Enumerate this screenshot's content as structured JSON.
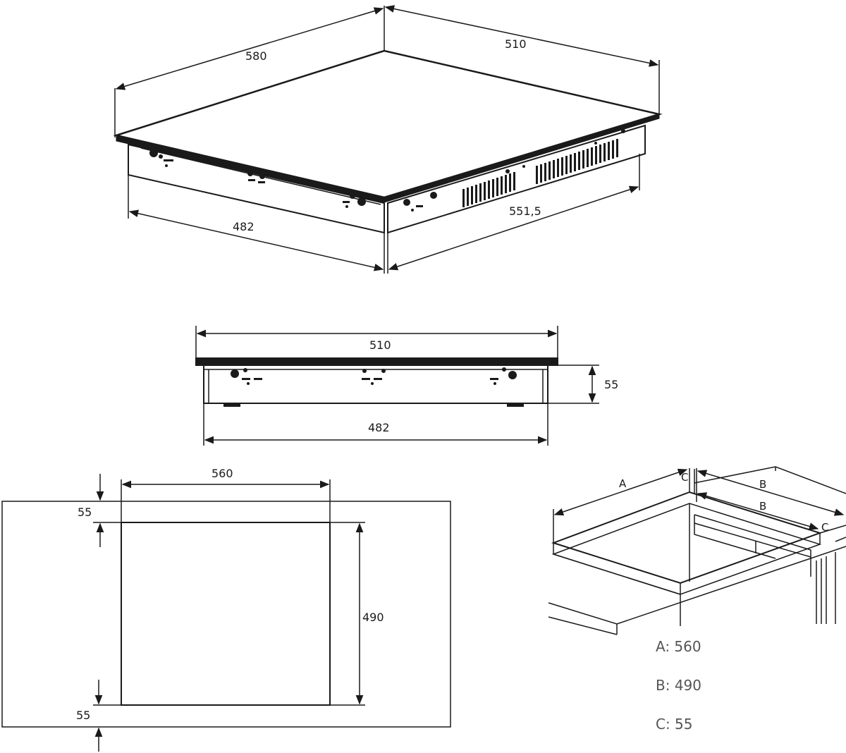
{
  "top_view": {
    "depth_label": "580",
    "width_label": "510",
    "body_depth_label": "482",
    "body_width_label": "551,5"
  },
  "side_view": {
    "glass_width_label": "510",
    "height_label": "55",
    "body_width_label": "482"
  },
  "cutout_plan": {
    "width_label": "560",
    "top_margin_label": "55",
    "height_label": "490",
    "bottom_margin_label": "55"
  },
  "cutout_iso": {
    "label_a": "A",
    "label_b_top": "B",
    "label_b_inner": "B",
    "label_c_left": "C",
    "label_c_right": "C"
  },
  "legend": {
    "a": "A: 560",
    "b": "B: 490",
    "c": "C: 55"
  }
}
